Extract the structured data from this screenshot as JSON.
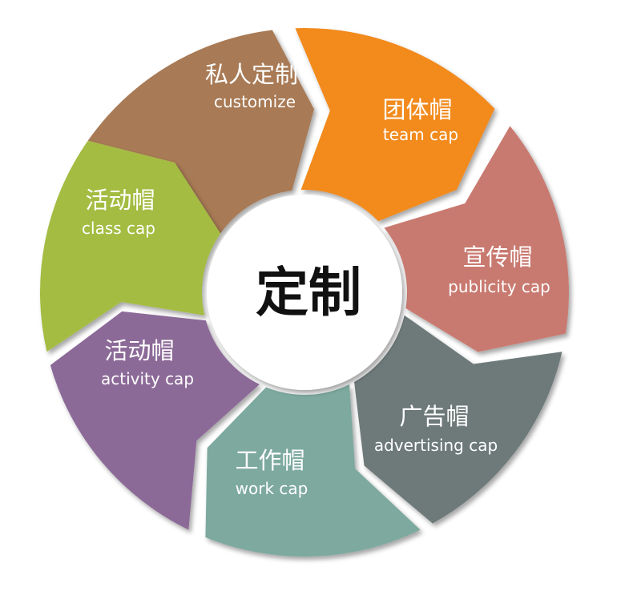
{
  "center": {
    "label": "定制"
  },
  "segments": [
    {
      "id": "customize",
      "cn": "私人定制",
      "en": "customize",
      "color": "#A87A55"
    },
    {
      "id": "team-cap",
      "cn": "团体帽",
      "en": "team cap",
      "color": "#F28A1E"
    },
    {
      "id": "publicity-cap",
      "cn": "宣传帽",
      "en": "publicity cap",
      "color": "#C97A70"
    },
    {
      "id": "advertising-cap",
      "cn": "广告帽",
      "en": "advertising cap",
      "color": "#6E7A7A"
    },
    {
      "id": "work-cap",
      "cn": "工作帽",
      "en": "work cap",
      "color": "#7DA99F"
    },
    {
      "id": "activity-cap",
      "cn": "活动帽",
      "en": "activity cap",
      "color": "#8C6B98"
    },
    {
      "id": "class-cap",
      "cn": "活动帽",
      "en": "class cap",
      "color": "#A4BC42"
    }
  ]
}
